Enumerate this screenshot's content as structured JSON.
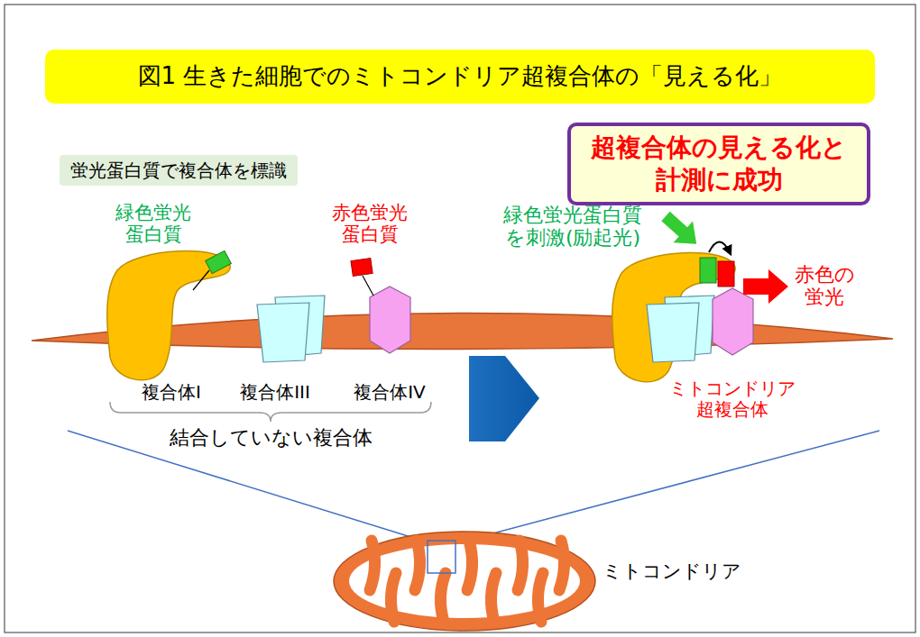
{
  "diagram": {
    "title": "図1 生きた細胞でのミトコンドリア超複合体の「見える化」",
    "nodes": [
      {
        "text": [
          "蛍光蛋白質で複合体を標識"
        ]
      },
      {
        "text": [
          "超複合体の見える化と 計測に成功"
        ]
      }
    ],
    "labels": [
      "緑色蛍光 蛋白質",
      "赤色蛍光 蛋白質",
      "複合体I",
      "複合体III",
      "複合体IV",
      "結合していない複合体",
      "緑色蛍光蛋白質 を刺激(励起光)",
      "赤色の 蛍光",
      "ミトコンドリア 超複合体",
      "ミトコンドリア"
    ]
  }
}
